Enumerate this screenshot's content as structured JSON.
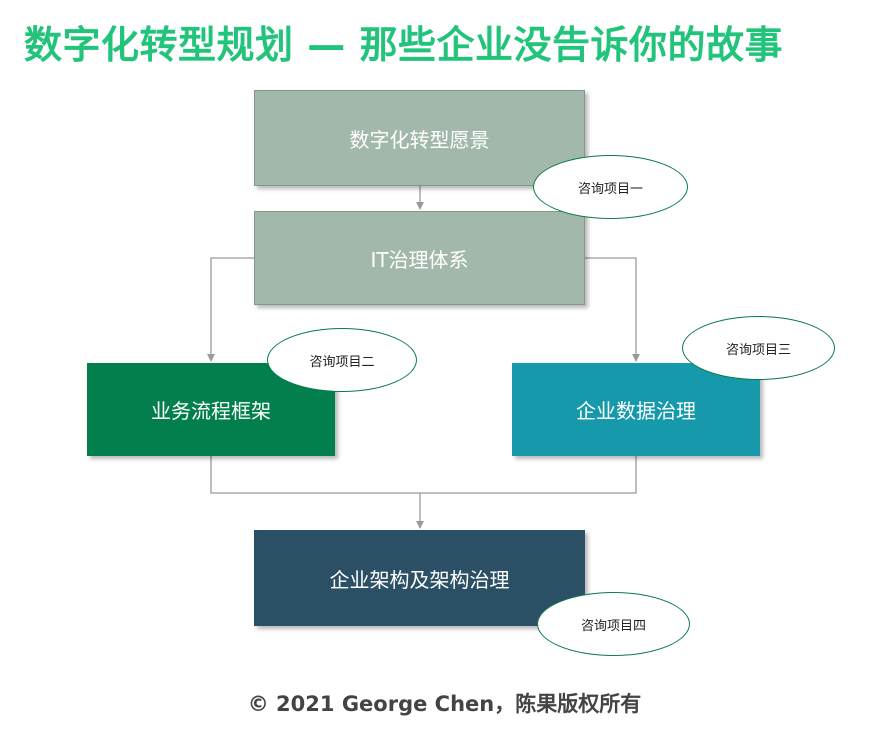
{
  "title": "数字化转型规划 — 那些企业没告诉你的故事",
  "boxes": {
    "vision": "数字化转型愿景",
    "it_governance": "IT治理体系",
    "business_process": "业务流程框架",
    "data_governance": "企业数据治理",
    "architecture": "企业架构及架构治理"
  },
  "projects": {
    "p1": "咨询项目一",
    "p2": "咨询项目二",
    "p3": "咨询项目三",
    "p4": "咨询项目四"
  },
  "footer": "© 2021 George Chen，陈果版权所有",
  "colors": {
    "title": "#21c47a",
    "vision_fill": "#a2b8ab",
    "process_fill": "#037f4e",
    "data_fill": "#1699ab",
    "arch_fill": "#2b5066",
    "ellipse_border": "#0a7a4f",
    "connector": "#9a9a9a"
  }
}
